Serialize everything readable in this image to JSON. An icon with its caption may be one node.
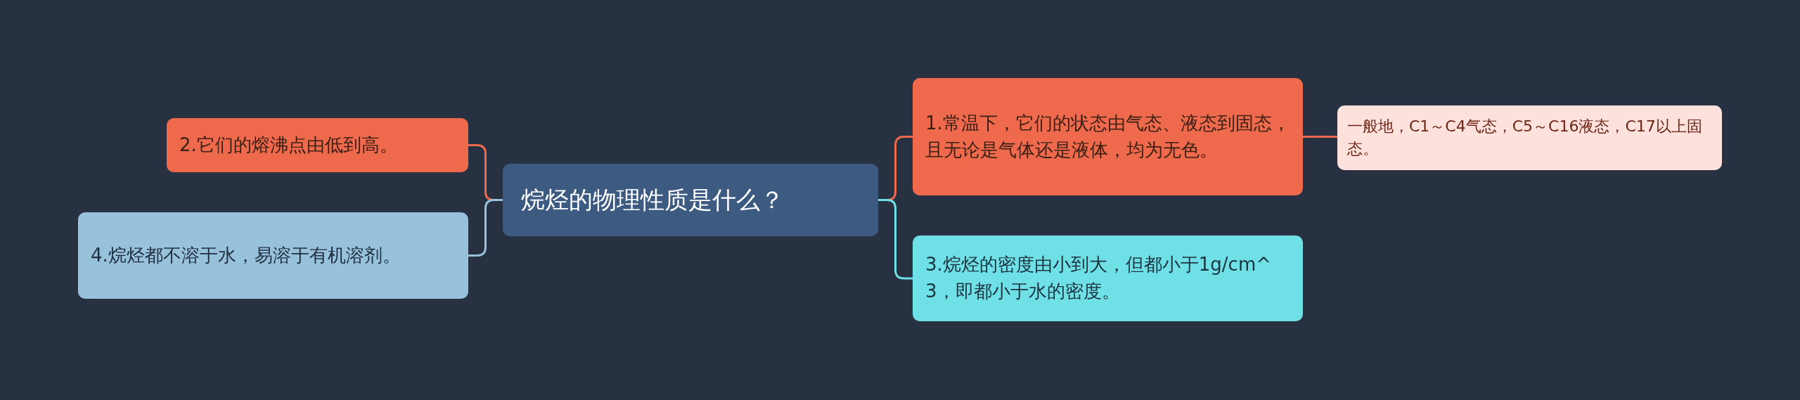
{
  "diagram": {
    "nodes": [
      {
        "text": [
          "烷烃的物理性质是什么？"
        ]
      },
      {
        "text": [
          "1.常温下，它们的状态由气态、液态到固态，且无论是气体还是液体，均为无色。"
        ]
      },
      {
        "text": [
          "一般地，C1～C4气态，C5～C16液态，C17以上固态。"
        ]
      },
      {
        "text": [
          "2.它们的熔沸点由低到高。"
        ]
      },
      {
        "text": [
          "3.烷烃的密度由小到大，但都小于1g/cm^3，即都小于水的密度。"
        ]
      },
      {
        "text": [
          "4.烷烃都不溶于水，易溶于有机溶剂。"
        ]
      }
    ],
    "edges": [
      {
        "from": 0,
        "to": 1,
        "arrow": "none"
      },
      {
        "from": 1,
        "to": 2,
        "arrow": "none"
      },
      {
        "from": 0,
        "to": 3,
        "arrow": "none"
      },
      {
        "from": 0,
        "to": 4,
        "arrow": "none",
        "color": "#6ee0e6"
      },
      {
        "from": 0,
        "to": 5,
        "arrow": "none",
        "color": "#98c1dc"
      }
    ]
  }
}
